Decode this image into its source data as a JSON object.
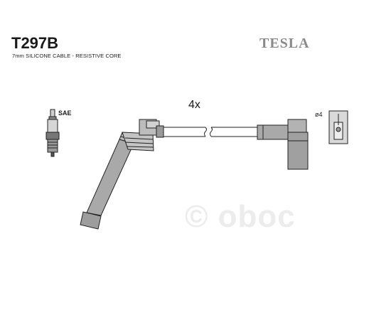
{
  "product": {
    "code": "T297B",
    "description": "7mm SILICONE CABLE - RESISTIVE CORE",
    "brand": "TESLA"
  },
  "diagram": {
    "quantity_label": "4x",
    "spark_plug_label": "SAE",
    "terminal_label": "ø4"
  },
  "watermark": "© oboc",
  "colors": {
    "part_fill": "#a9a9a9",
    "outline": "#222222",
    "brand_gray": "#8a8a8a"
  }
}
